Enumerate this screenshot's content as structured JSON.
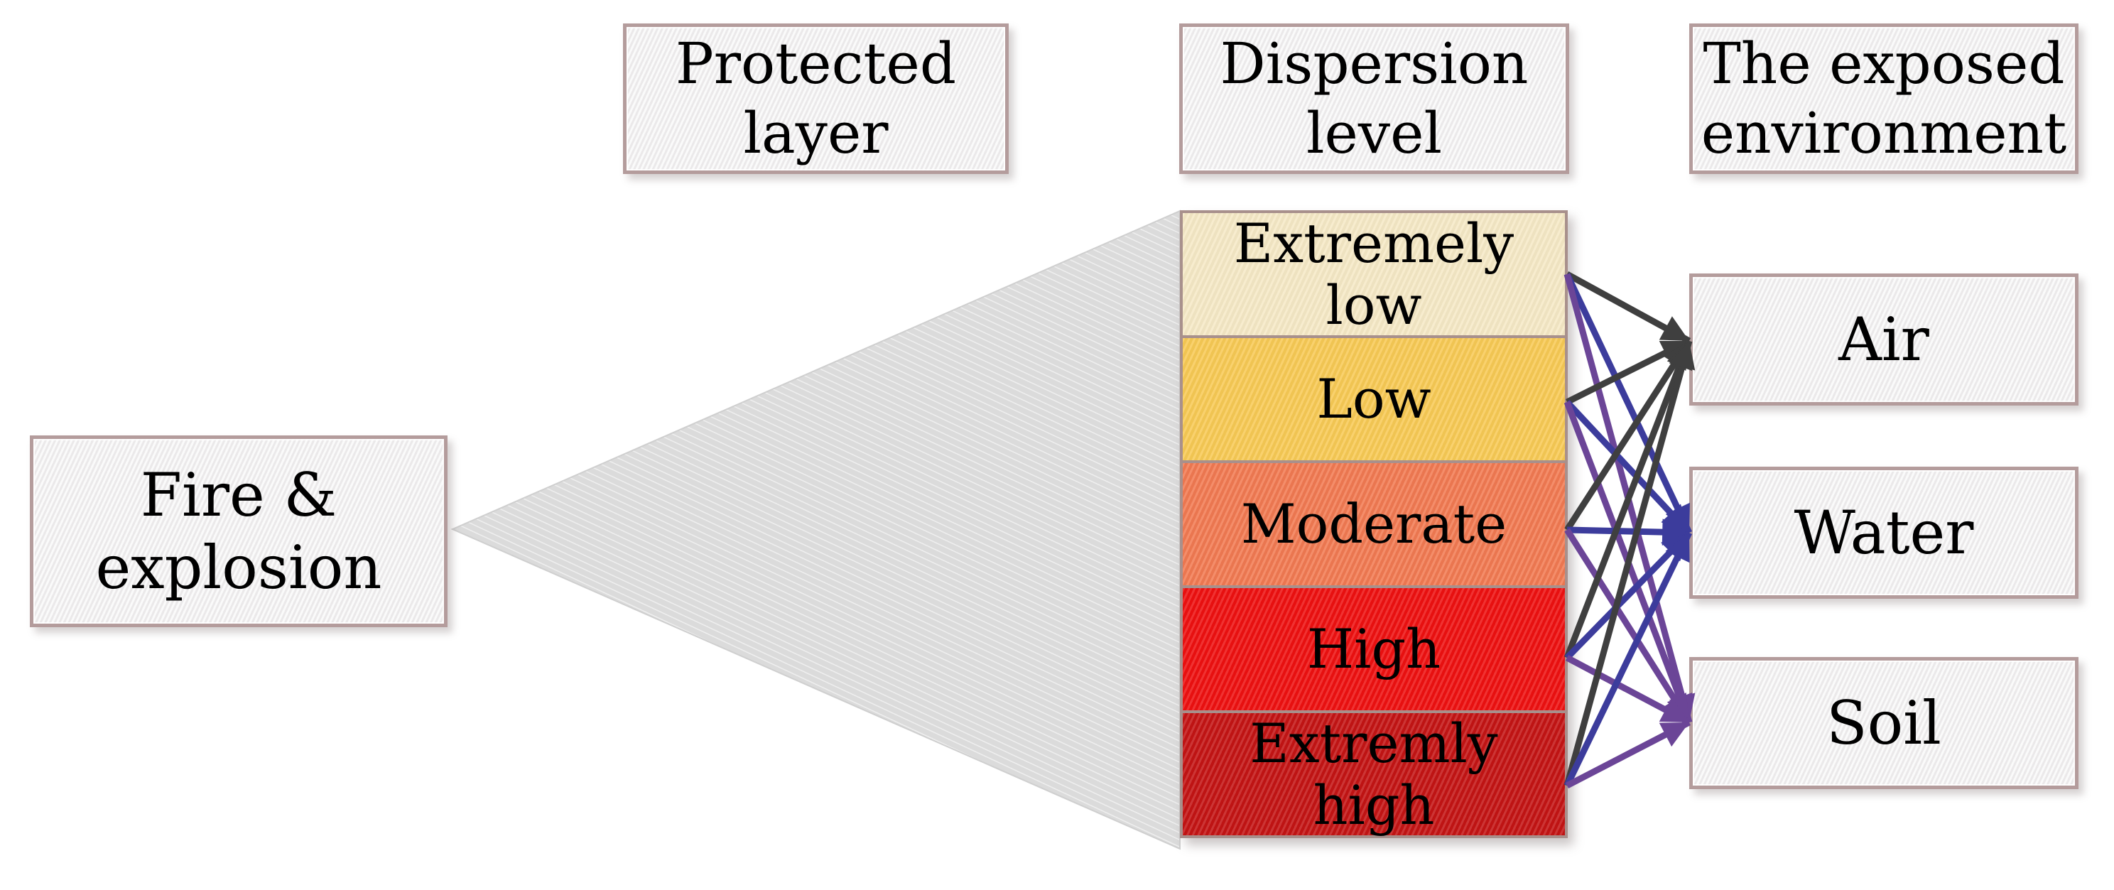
{
  "figure": {
    "hazard": {
      "label": "Fire & explosion"
    },
    "headers": [
      {
        "id": "protected-layer",
        "label": "Protected layer"
      },
      {
        "id": "dispersion-level",
        "label": "Dispersion level"
      },
      {
        "id": "exposed-environment",
        "label": "The exposed environment"
      }
    ],
    "levels": [
      {
        "label": "Extremely low",
        "color": "#F6E9C6"
      },
      {
        "label": "Low",
        "color": "#F8CA55"
      },
      {
        "label": "Moderate",
        "color": "#F27A52"
      },
      {
        "label": "High",
        "color": "#EE1010"
      },
      {
        "label": "Extremly high",
        "color": "#C41414"
      }
    ],
    "environments": [
      {
        "label": "Air"
      },
      {
        "label": "Water"
      },
      {
        "label": "Soil"
      }
    ],
    "arrow_colors": [
      "#3F3F3F",
      "#3C3C9C",
      "#6B4597"
    ],
    "arrows": [
      {
        "from": 0,
        "to": 0
      },
      {
        "from": 0,
        "to": 1
      },
      {
        "from": 0,
        "to": 2
      },
      {
        "from": 1,
        "to": 0
      },
      {
        "from": 1,
        "to": 1
      },
      {
        "from": 1,
        "to": 2
      },
      {
        "from": 2,
        "to": 0
      },
      {
        "from": 2,
        "to": 1
      },
      {
        "from": 2,
        "to": 2
      },
      {
        "from": 3,
        "to": 0
      },
      {
        "from": 3,
        "to": 1
      },
      {
        "from": 3,
        "to": 2
      },
      {
        "from": 4,
        "to": 0
      },
      {
        "from": 4,
        "to": 1
      },
      {
        "from": 4,
        "to": 2
      }
    ],
    "styles": {
      "box_border": "#B49C9C",
      "box_fill": "#F1F0F1",
      "level_border": "#A8908C",
      "triangle_fill": "#DBDBDB",
      "text_color": "#000000"
    }
  }
}
